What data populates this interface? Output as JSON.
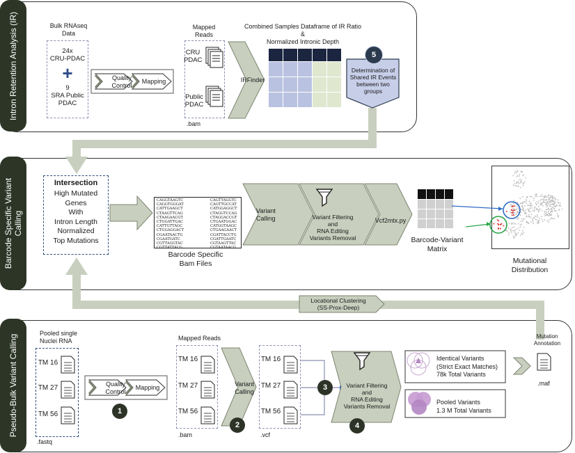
{
  "panels": {
    "ir": "Intron Retention Analysis (IR)",
    "barcode": "Barcode Specific Variant\nCalling",
    "pseudo": "Pseudo-Bulk Variant Calling"
  },
  "ir": {
    "bulk_title": "Bulk RNAseq\nData",
    "bulk_a": "24x\nCRU-PDAC",
    "plus": "+",
    "bulk_b": "9\nSRA Public\nPDAC",
    "quality_control": "Quality\nControl",
    "mapping": "Mapping",
    "mapped_reads": "Mapped\nReads",
    "cru_pdac": "CRU\nPDAC",
    "public_pdac": "Public\nPDAC",
    "bam": ".bam",
    "irfinder": "IRFinder",
    "combined_title": "Combined Samples Dataframe of IR Ratio\n&\nNormalized Intronic Depth",
    "step5": "5",
    "determination": "Determination of\nShared IR Events\nbetween two\ngroups"
  },
  "barcode": {
    "intersection_title": "Intersection",
    "intersection_body": "High Mutated\nGenes\nWith\nIntron Length\nNormalized\nTop Mutations",
    "bam_caption": "Barcode Specific\nBam Files",
    "seq_left": "CAGGTAAGTC\nCAGGTGGGAT\nCATTGAAGCT\nCTAAGTTCAG\nCTAAGAACGT\nCTGGATTGAC\nCATTGTTAGC\nCTGGAGGACT\nCGAATAACTG\nCGAATGATC\nCGTTAGGTAC\nCGTTATTACG",
    "seq_right": "CAGTTAGGTC\nCAGTTGCCAT\nCATGGAGGCT\nCTAGGTCCAG\nCTAGGACCGT\nCTGAATGGAC\nCATGGTAAGC\nCTGAAGAACT\nCGATTACCTG\nCGATTGAATC\nCGTAAGTTAC\nCGTAATAACG",
    "variant_calling": "Variant\nCalling",
    "variant_filtering": "Variant Filtering\nand\nRNA Editing\nVariants Removal",
    "vcf2mtx": "Vcf2mtx.py",
    "matrix_caption": "Barcode-Variant\nMatrix",
    "mutational_distribution": "Mutational\nDistribution",
    "locational_clustering": "Locational Clustering\n(SS-Prox-Deep)"
  },
  "pseudo": {
    "pooled_title": "Pooled single\nNuclei RNA",
    "tm16": "TM 16",
    "tm27": "TM 27",
    "tm56": "TM 56",
    "fastq": ".fastq",
    "quality_control": "Quality\nControl",
    "mapping": "Mapping",
    "step1": "1",
    "mapped_reads": "Mapped Reads",
    "bam": ".bam",
    "variant_calling": "Variant\nCalling",
    "step2": "2",
    "vcf": ".vcf",
    "step3": "3",
    "variant_filtering": "Variant Filtering\nand\nRNA Editing\nVariants Removal",
    "step4": "4",
    "identical_variants": "Identical Variants\n(Strict Exact Matches)\n78k Total Variants",
    "pooled_variants": "Pooled Variants\n1.3 M Total Variants",
    "mutation_annotation": "Mutation\nAnnotation",
    "maf": ".maf"
  },
  "colors": {
    "sidebar": "#2c3526",
    "chevron": "#c9cfbe",
    "chevron_stroke": "#7c8470",
    "table_dark": "#1b2540",
    "table_blue": "#b9c2e0",
    "table_green": "#dfe7cf",
    "badge_blue": "#c7cee8",
    "purple": "#b487c2"
  }
}
